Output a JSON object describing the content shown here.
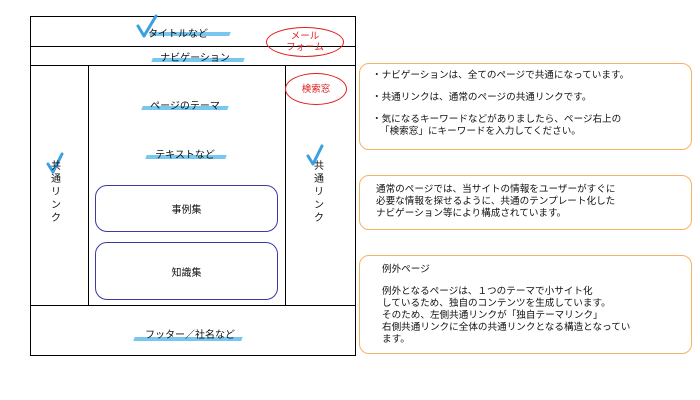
{
  "wireframe": {
    "title_area": "タイトルなど",
    "navigation": "ナビゲーション",
    "left_common_link": "共通リンク",
    "right_common_link": "共通リンク",
    "page_theme": "ページのテーマ",
    "text_area": "テキストなど",
    "case_studies": "事例集",
    "knowledge": "知識集",
    "footer": "フッター／社名など"
  },
  "overlays": {
    "mail_form": [
      "メール",
      "フォーム"
    ],
    "search_box": "検索窓"
  },
  "notes": {
    "note1": {
      "lines": [
        "・ナビゲーションは、全てのページで共通になっています。",
        "・共通リンクは、通常のページの共通リンクです。",
        "・気になるキーワードなどがありましたら、ページ右上の",
        "「検索窓」にキーワードを入力してください。"
      ]
    },
    "note2": {
      "lines": [
        "通常のページでは、当サイトの情報をユーザーがすぐに",
        "必要な情報を探せるように、共通のテンプレート化した",
        "ナビゲーション等により構成されています。"
      ]
    },
    "note3": {
      "title": "例外ページ",
      "lines": [
        "例外となるページは、１つのテーマで小サイト化",
        "しているため、独自のコンテンツを生成しています。",
        "そのため、左側共通リンクが「独自テーマリンク」",
        "右側共通リンクに全体の共通リンクとなる構造となってい",
        "ます。"
      ]
    }
  },
  "colors": {
    "highlight": "#79c6ef",
    "check": "#3aa0e0",
    "pill_border": "#3a3aa0",
    "note_border": "#f4b266",
    "overlay_red": "#e02020"
  }
}
